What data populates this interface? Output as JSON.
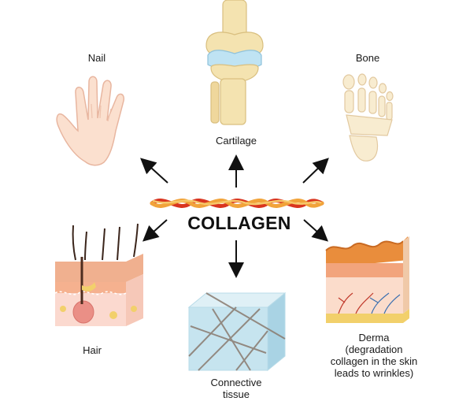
{
  "center": {
    "title": "COLLAGEN"
  },
  "labels": {
    "nail": "Nail",
    "cartilage": "Cartilage",
    "bone": "Bone",
    "hair": "Hair",
    "connective_line1": "Connective",
    "connective_line2": "tissue",
    "derma_line1": "Derma",
    "derma_line2": "(degradation",
    "derma_line3": "collagen in the skin",
    "derma_line4": "leads to wrinkles)"
  },
  "icons": [
    "hand-icon",
    "knee-joint-icon",
    "foot-bones-icon",
    "hair-follicle-icon",
    "connective-tissue-cube-icon",
    "derma-skin-icon",
    "collagen-fiber-icon"
  ],
  "colors": {
    "fiber_red": "#d9351f",
    "fiber_orange": "#f1a33a",
    "skin": "#f7c9a8",
    "bone": "#f4e3b0",
    "cube": "#bfe0ec"
  }
}
